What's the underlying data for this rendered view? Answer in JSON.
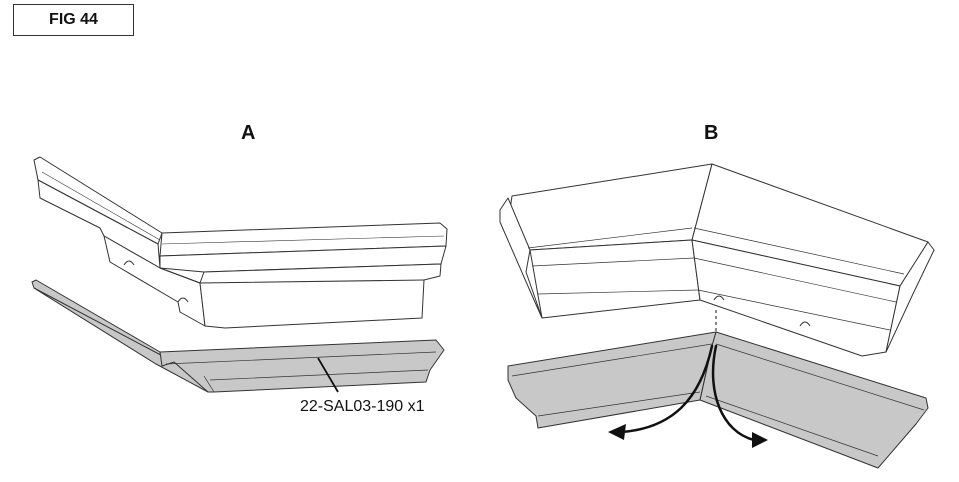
{
  "figure": {
    "label": "FIG 44"
  },
  "panels": [
    {
      "label": "A"
    },
    {
      "label": "B"
    }
  ],
  "callout": {
    "part_number": "22-SAL03-190 x1"
  },
  "colors": {
    "line": "#333333",
    "part_fill": "#ffffff",
    "flashing_fill": "#c8c8c8",
    "arrow": "#111111"
  }
}
